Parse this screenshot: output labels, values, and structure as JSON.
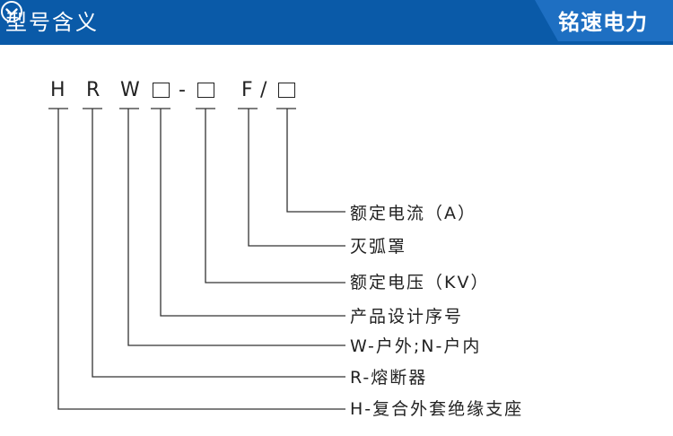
{
  "header": {
    "title": "型号含义",
    "brand": "铭速电力",
    "bar_color": "#0a5aa8",
    "accent_color": "#1e6fc2",
    "icon": "chevron-down-circle-icon"
  },
  "code": {
    "letters": [
      "H",
      "R",
      "W",
      "-",
      "F",
      "/"
    ],
    "placeholder_boxes": 3
  },
  "meanings": [
    "额定电流（A）",
    "灭弧罩",
    "额定电压（KV）",
    "产品设计序号",
    "W-户外;N-户内",
    "R-熔断器",
    "H-复合外套绝缘支座"
  ]
}
